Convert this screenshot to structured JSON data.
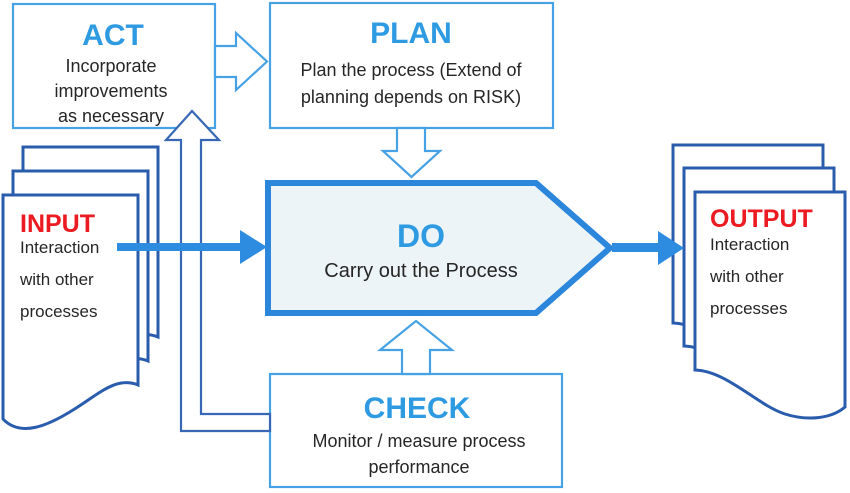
{
  "diagram": {
    "name": "PDCA process diagram",
    "act": {
      "title": "ACT",
      "body": [
        "Incorporate",
        "improvements",
        "as necessary"
      ]
    },
    "plan": {
      "title": "PLAN",
      "body": [
        "Plan the process (Extend of",
        "planning depends on RISK)"
      ]
    },
    "do": {
      "title": "DO",
      "body": "Carry out the Process"
    },
    "check": {
      "title": "CHECK",
      "body": [
        "Monitor / measure process",
        "performance"
      ]
    },
    "input": {
      "title": "INPUT",
      "body": [
        "Interaction",
        "with other",
        "processes"
      ]
    },
    "output": {
      "title": "OUTPUT",
      "body": [
        "Interaction",
        "with other",
        "processes"
      ]
    },
    "colors": {
      "box_border": "#47a1e5",
      "do_border": "#2c86dc",
      "do_fill": "#edf4f8",
      "solid_arrow": "#2d8ce0",
      "feedback_arrow": "#3767b5",
      "document_border": "#2a5cae",
      "heading_blue": "#2e9ae2",
      "title_red": "#ec1b22",
      "body_text": "#262626"
    }
  }
}
